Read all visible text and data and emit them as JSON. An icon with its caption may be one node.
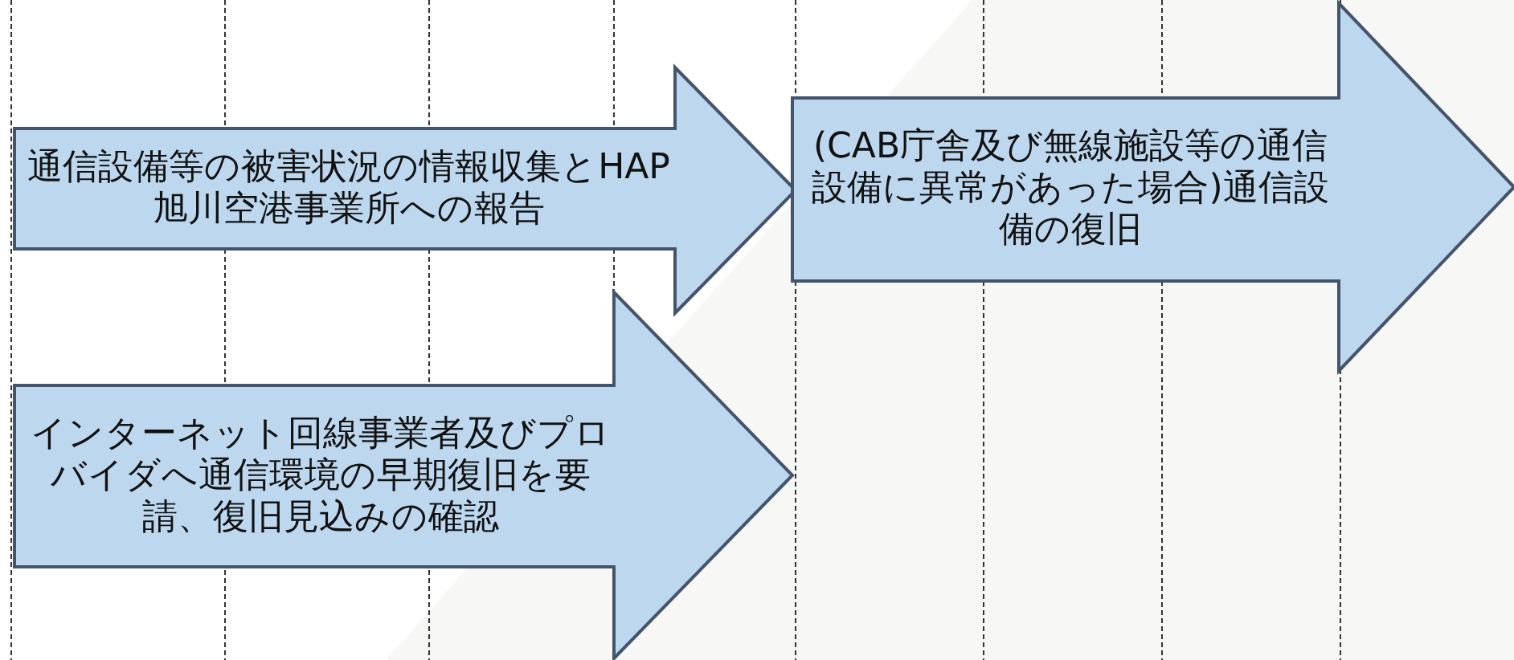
{
  "diagram": {
    "nodes": [
      {
        "text": [
          "通信設備等の被害状況の情報収集とHAP旭川空港事業所への報告"
        ]
      },
      {
        "text": [
          "(CAB庁舎及び無線施設等の通信設備に異常があった場合)通信設備の復旧"
        ]
      },
      {
        "text": [
          "インターネット回線事業者及びプロバイダへ通信環境の早期復旧を要請、復旧見込みの確認"
        ]
      }
    ]
  }
}
